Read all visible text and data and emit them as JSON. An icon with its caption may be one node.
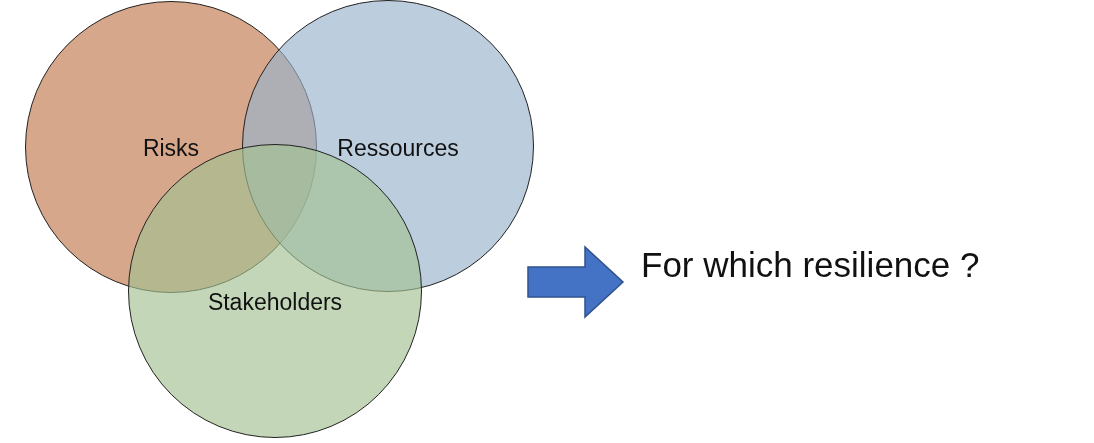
{
  "diagram": {
    "nodes": [
      {
        "text": [
          "Risks"
        ]
      },
      {
        "text": [
          "Ressources"
        ]
      },
      {
        "text": [
          "Stakeholders"
        ]
      },
      {
        "text": [
          "For which resilience ?"
        ]
      }
    ],
    "edges": [
      {
        "from": null,
        "to": 3,
        "arrow": "to"
      }
    ]
  }
}
